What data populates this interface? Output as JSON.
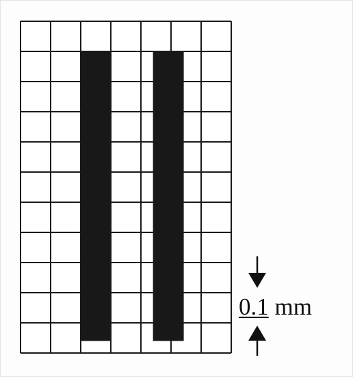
{
  "diagram": {
    "grid": {
      "columns": 7,
      "rows": 11
    },
    "bars": [
      {
        "label": "left-bar",
        "col_start": 2,
        "col_span": 1,
        "row_start": 1,
        "row_span": 9.6
      },
      {
        "label": "right-bar",
        "col_start": 4.4,
        "col_span": 1,
        "row_start": 1,
        "row_span": 9.6
      }
    ],
    "scale": {
      "value": "0.1",
      "unit": "mm"
    },
    "colors": {
      "grid_line": "#1a1a1a",
      "bar_fill": "#181818",
      "background": "#ffffff"
    }
  }
}
